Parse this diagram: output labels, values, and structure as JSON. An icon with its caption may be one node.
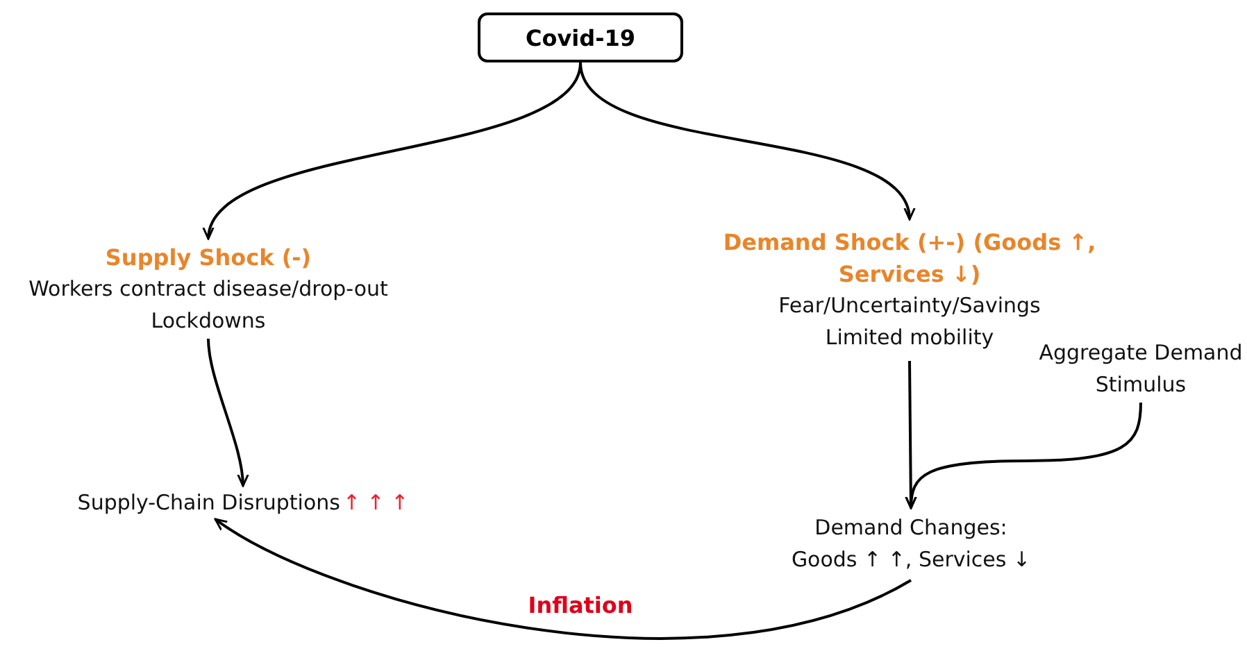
{
  "diagram": {
    "nodes": [
      {
        "text": [
          "Covid-19"
        ]
      },
      {
        "text": [
          "Supply Shock (-)",
          "Workers contract disease/drop-out",
          "Lockdowns"
        ]
      },
      {
        "text": [
          "Demand Shock (+-) (Goods ↑, Services ↓)",
          "Fear/Uncertainty/Savings",
          "Limited mobility"
        ]
      },
      {
        "text": [
          "Supply-Chain Disruptions",
          "↑ ↑ ↑"
        ]
      },
      {
        "text": [
          "Aggregate Demand Stimulus"
        ]
      },
      {
        "text": [
          "Demand Changes:",
          "Goods ↑ ↑, Services ↓"
        ]
      }
    ],
    "edges": [
      {
        "from": 0,
        "to": 1,
        "arrow": "to"
      },
      {
        "from": 0,
        "to": 2,
        "arrow": "to"
      },
      {
        "from": 1,
        "to": 3,
        "arrow": "to"
      },
      {
        "from": 2,
        "to": 5,
        "arrow": "to"
      },
      {
        "from": 4,
        "to": 5,
        "arrow": "to"
      },
      {
        "from": 5,
        "to": 3,
        "arrow": "to",
        "label": "Inflation"
      }
    ]
  }
}
